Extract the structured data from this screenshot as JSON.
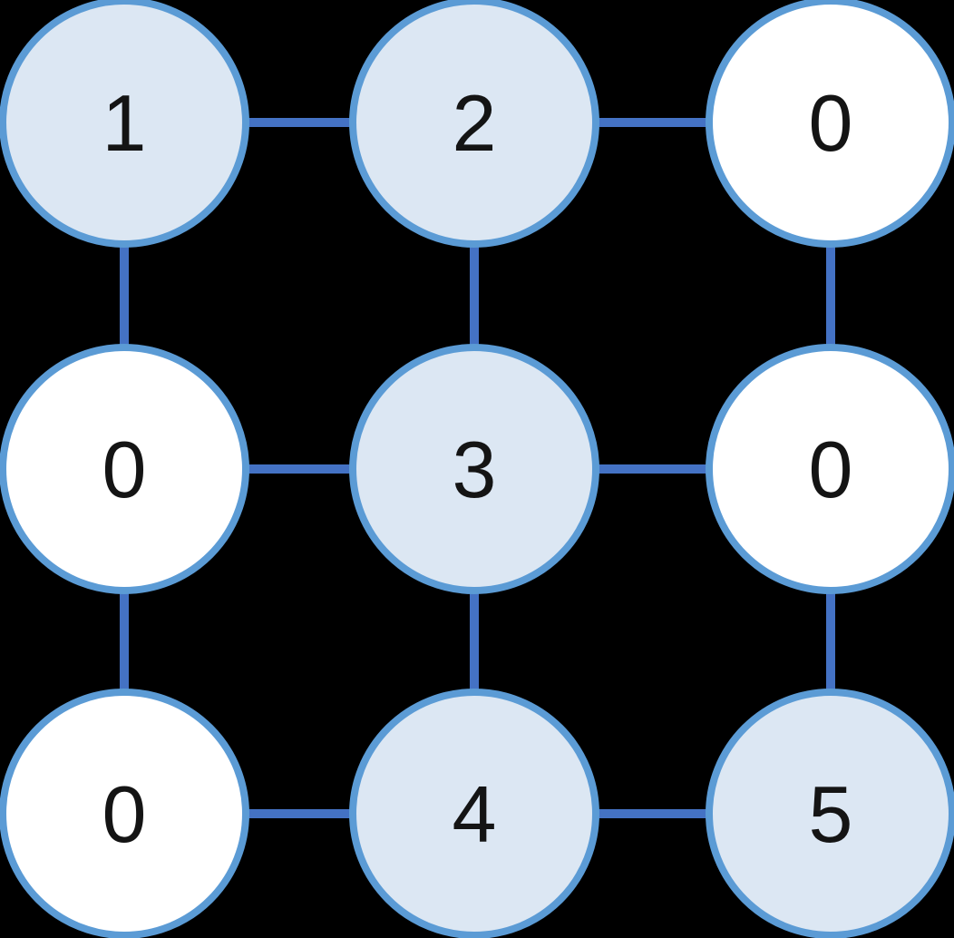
{
  "diagram": {
    "type": "grid-graph",
    "rows": 3,
    "cols": 3,
    "nodes": [
      {
        "id": "n0",
        "row": 0,
        "col": 0,
        "value": "1",
        "filled": true
      },
      {
        "id": "n1",
        "row": 0,
        "col": 1,
        "value": "2",
        "filled": true
      },
      {
        "id": "n2",
        "row": 0,
        "col": 2,
        "value": "0",
        "filled": false
      },
      {
        "id": "n3",
        "row": 1,
        "col": 0,
        "value": "0",
        "filled": false
      },
      {
        "id": "n4",
        "row": 1,
        "col": 1,
        "value": "3",
        "filled": true
      },
      {
        "id": "n5",
        "row": 1,
        "col": 2,
        "value": "0",
        "filled": false
      },
      {
        "id": "n6",
        "row": 2,
        "col": 0,
        "value": "0",
        "filled": false
      },
      {
        "id": "n7",
        "row": 2,
        "col": 1,
        "value": "4",
        "filled": true
      },
      {
        "id": "n8",
        "row": 2,
        "col": 2,
        "value": "5",
        "filled": true
      }
    ],
    "edges": [
      {
        "from": "n0",
        "to": "n1"
      },
      {
        "from": "n1",
        "to": "n2"
      },
      {
        "from": "n0",
        "to": "n3"
      },
      {
        "from": "n1",
        "to": "n4"
      },
      {
        "from": "n2",
        "to": "n5"
      },
      {
        "from": "n3",
        "to": "n4"
      },
      {
        "from": "n4",
        "to": "n5"
      },
      {
        "from": "n3",
        "to": "n6"
      },
      {
        "from": "n4",
        "to": "n7"
      },
      {
        "from": "n5",
        "to": "n8"
      },
      {
        "from": "n6",
        "to": "n7"
      },
      {
        "from": "n7",
        "to": "n8"
      }
    ],
    "colors": {
      "background": "#000000",
      "node_fill_highlight": "#dce7f3",
      "node_fill_plain": "#ffffff",
      "node_border": "#5b9bd5",
      "edge_line": "#4472c4",
      "number_text": "#141414"
    }
  }
}
